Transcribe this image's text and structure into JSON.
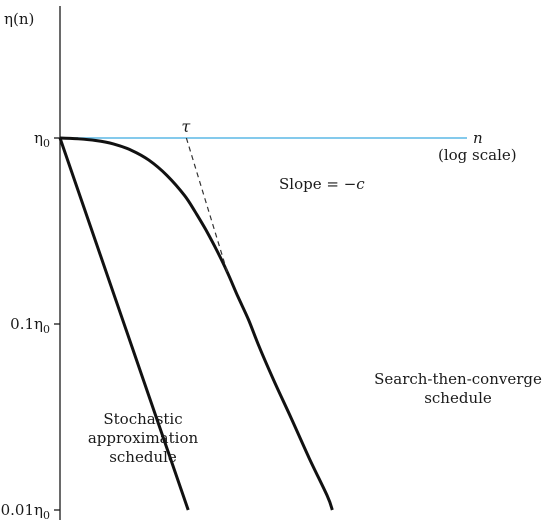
{
  "chart_data": {
    "type": "line",
    "xlabel": "n",
    "xlabel_note": "(log scale)",
    "ylabel": "η(n)",
    "x_scale": "log",
    "y_scale": "log",
    "grid": false,
    "yticks": [
      {
        "value": 1,
        "label": "η0"
      },
      {
        "value": 0.1,
        "label": "0.1η0"
      },
      {
        "value": 0.01,
        "label": "0.01η0"
      }
    ],
    "reference_line": {
      "y": 1,
      "color": "#5bb8e6"
    },
    "tau_label": "τ",
    "slope_label": "Slope = −c",
    "series": [
      {
        "name": "Search-then-converge schedule",
        "label_lines": [
          "Search-then-converge",
          "schedule"
        ],
        "color": "#111111",
        "points": [
          [
            0,
            1
          ],
          [
            0.5,
            0.99
          ],
          [
            1,
            0.97
          ],
          [
            1.5,
            0.93
          ],
          [
            2,
            0.86
          ],
          [
            2.5,
            0.76
          ],
          [
            3,
            0.63
          ],
          [
            3.5,
            0.49
          ],
          [
            3.8,
            0.4
          ],
          [
            4.1,
            0.32
          ],
          [
            4.4,
            0.25
          ],
          [
            4.7,
            0.19
          ],
          [
            5,
            0.14
          ],
          [
            5.3,
            0.105
          ],
          [
            5.6,
            0.075
          ],
          [
            6,
            0.05
          ],
          [
            6.5,
            0.031
          ],
          [
            7,
            0.019
          ],
          [
            7.5,
            0.012
          ],
          [
            7.65,
            0.01
          ]
        ]
      },
      {
        "name": "Stochastic approximation schedule",
        "label_lines": [
          "Stochastic",
          "approximation",
          "schedule"
        ],
        "color": "#111111",
        "points": [
          [
            0,
            1
          ],
          [
            3.6,
            0.01
          ]
        ]
      }
    ],
    "tangent_line": {
      "points": [
        [
          3.55,
          1
        ],
        [
          4.7,
          0.19
        ]
      ],
      "style": "dashed"
    }
  }
}
